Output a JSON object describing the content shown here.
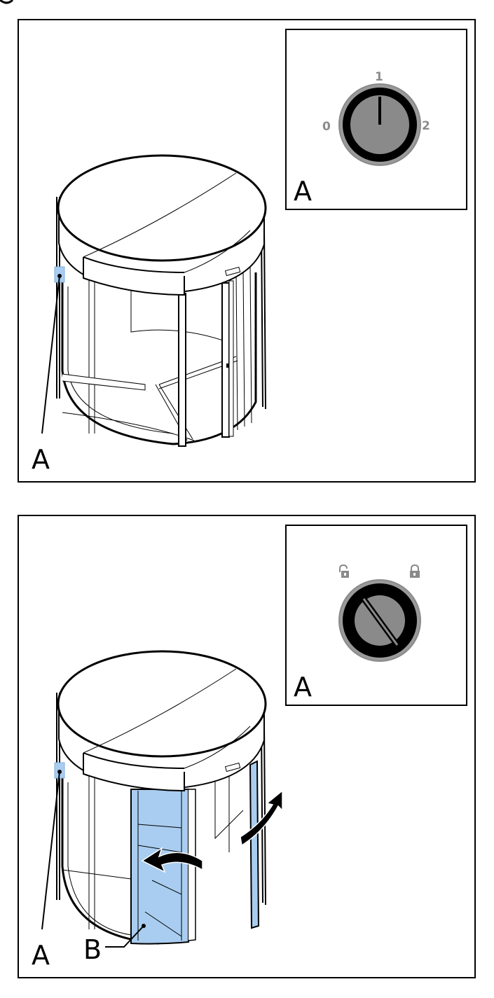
{
  "panels": [
    {
      "inset_label": "A",
      "callouts": [
        "A"
      ],
      "key_positions": [
        "0",
        "1",
        "2"
      ]
    },
    {
      "inset_label": "A",
      "callouts": [
        "A",
        "B"
      ],
      "lock_icons": [
        "unlocked-padlock-icon",
        "locked-padlock-icon"
      ]
    }
  ],
  "colors": {
    "highlight_blue": "#a9cdf0",
    "key_gray": "#8a8a8a",
    "line": "#000000"
  }
}
